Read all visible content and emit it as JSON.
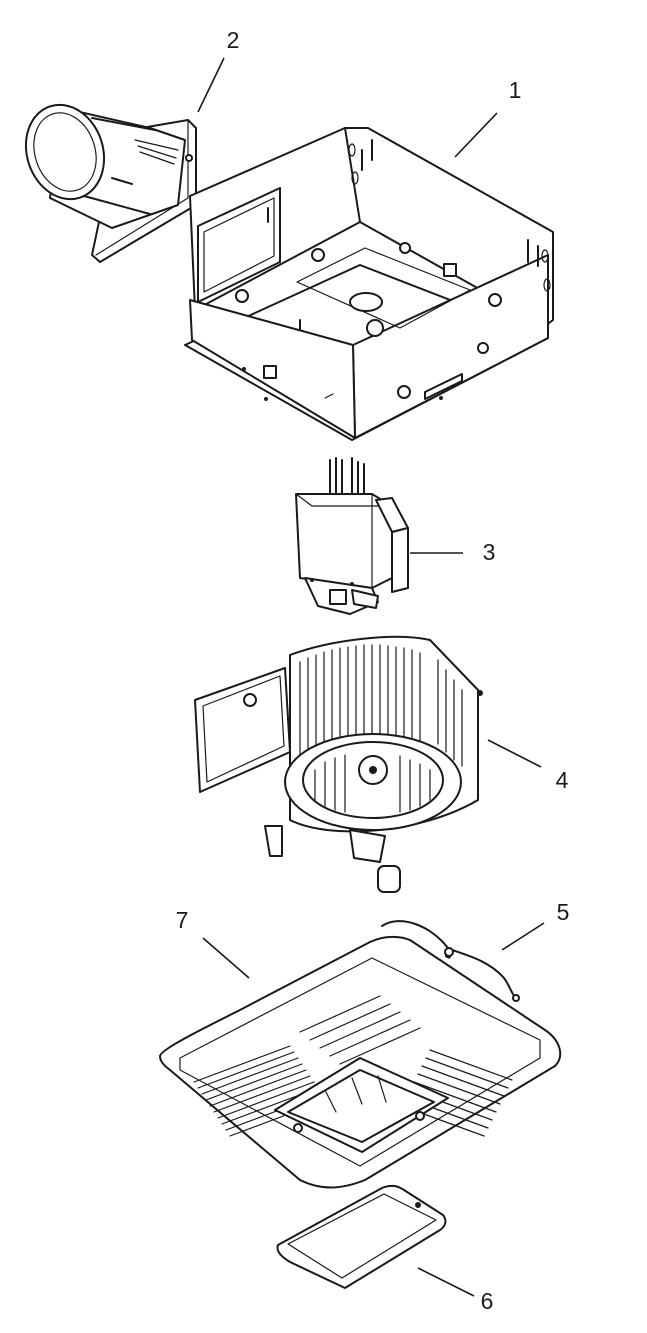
{
  "callouts": [
    {
      "id": "1",
      "label": "1"
    },
    {
      "id": "2",
      "label": "2"
    },
    {
      "id": "3",
      "label": "3"
    },
    {
      "id": "4",
      "label": "4"
    },
    {
      "id": "5",
      "label": "5"
    },
    {
      "id": "6",
      "label": "6"
    },
    {
      "id": "7",
      "label": "7"
    }
  ],
  "parts": [
    {
      "id": "1",
      "icon": "housing-box-icon"
    },
    {
      "id": "2",
      "icon": "duct-connector-icon"
    },
    {
      "id": "3",
      "icon": "motor-icon"
    },
    {
      "id": "4",
      "icon": "blower-wheel-icon"
    },
    {
      "id": "5",
      "icon": "wire-harness-icon"
    },
    {
      "id": "6",
      "icon": "light-lens-icon"
    },
    {
      "id": "7",
      "icon": "grille-icon"
    }
  ]
}
